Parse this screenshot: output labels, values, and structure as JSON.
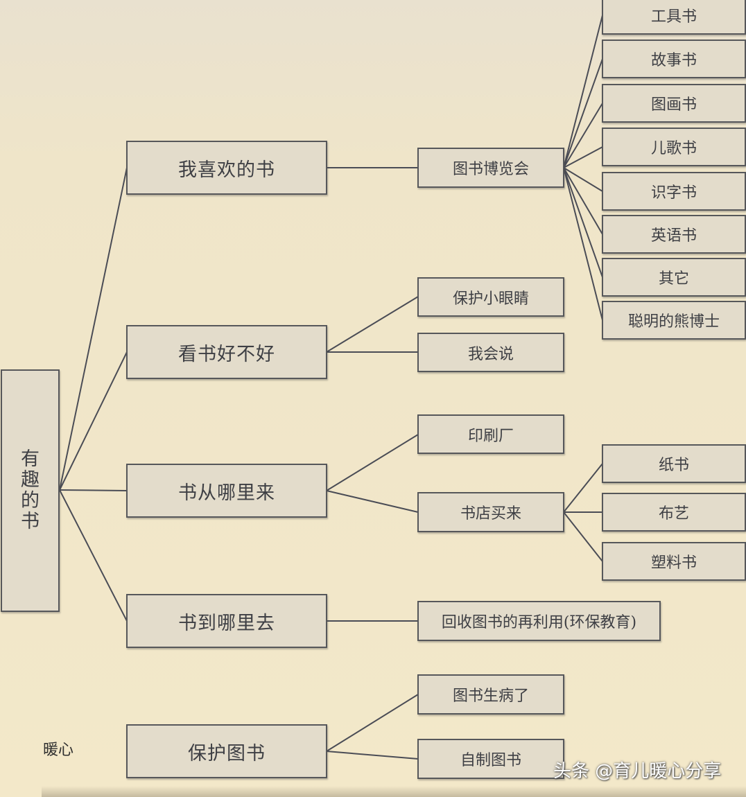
{
  "mindmap": {
    "root": [
      "有",
      "趣",
      "的",
      "书"
    ],
    "branches": [
      {
        "label": "我喜欢的书",
        "children": [
          {
            "label": "图书博览会",
            "children": [
              "工具书",
              "故事书",
              "图画书",
              "儿歌书",
              "识字书",
              "英语书",
              "其它",
              "聪明的熊博士"
            ]
          }
        ]
      },
      {
        "label": "看书好不好",
        "children": [
          {
            "label": "保护小眼睛"
          },
          {
            "label": "我会说"
          }
        ]
      },
      {
        "label": "书从哪里来",
        "children": [
          {
            "label": "印刷厂"
          },
          {
            "label": "书店买来",
            "children": [
              "纸书",
              "布艺",
              "塑料书"
            ]
          }
        ]
      },
      {
        "label": "书到哪里去",
        "children": [
          {
            "label": "回收图书的再利用(环保教育)"
          }
        ]
      },
      {
        "label": "保护图书",
        "children": [
          {
            "label": "图书生病了"
          },
          {
            "label": "自制图书"
          }
        ]
      }
    ]
  },
  "watermarks": {
    "left": "暖心",
    "right": "头条 @育儿暖心分享"
  },
  "colors": {
    "box_fill": "#e3dccb",
    "box_border": "#56575a",
    "line": "#4a4c55",
    "text": "#3e3f44"
  }
}
